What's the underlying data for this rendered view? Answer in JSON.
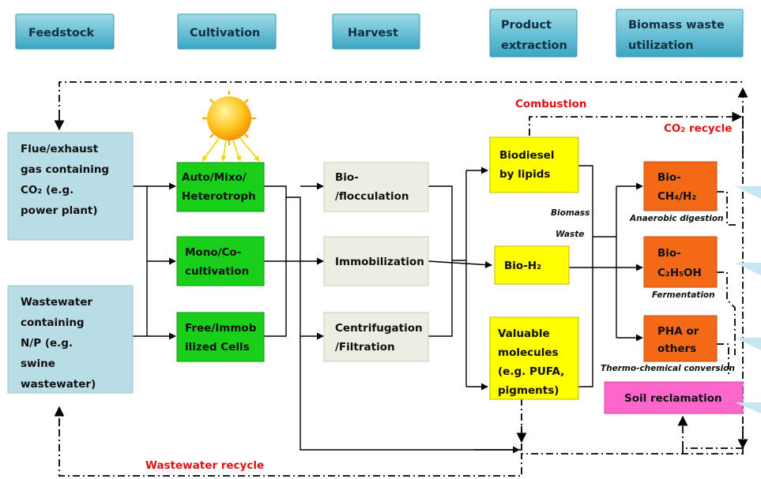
{
  "stages": {
    "feedstock": "Feedstock",
    "cultivation": "Cultivation",
    "harvest": "Harvest",
    "product_extraction": [
      "Product",
      "extraction"
    ],
    "biomass_waste_utilization": [
      "Biomass waste",
      "utilization"
    ]
  },
  "feedstock": {
    "flue_gas": [
      "Flue/exhaust",
      "gas containing",
      "CO₂ (e.g.",
      "power plant)"
    ],
    "wastewater": [
      "Wastewater",
      "containing",
      "N/P (e.g.",
      "swine",
      "wastewater)"
    ]
  },
  "cultivation": {
    "auto": [
      "Auto/Mixo/",
      "Heterotroph"
    ],
    "mono": [
      "Mono/Co-",
      "cultivation"
    ],
    "free": [
      "Free/Immob",
      "ilized Cells"
    ]
  },
  "harvest": {
    "bio": [
      "Bio-",
      "/flocculation"
    ],
    "immobilization": [
      "Immobilization"
    ],
    "centrifugation": [
      "Centrifugation",
      "/Filtration"
    ]
  },
  "products": {
    "biodiesel": [
      "Biodiesel",
      "by lipids"
    ],
    "bioh2": [
      "Bio-H₂"
    ],
    "valuable": [
      "Valuable",
      "molecules",
      "(e.g. PUFA,",
      "pigments)"
    ]
  },
  "waste_products": {
    "ch4": [
      "Bio-",
      "CH₄/H₂"
    ],
    "ethanol": [
      "Bio-",
      "C₂H₅OH"
    ],
    "pha": [
      "PHA or",
      "others"
    ],
    "soil": "Soil reclamation"
  },
  "process_labels": {
    "anaerobic": "Anaerobic digestion",
    "fermentation": "Fermentation",
    "thermo": "Thermo-chemical conversion",
    "biomass": "Biomass",
    "waste": "Waste"
  },
  "recycle_labels": {
    "combustion": "Combustion",
    "co2": "CO₂ recycle",
    "wastewater": "Wastewater recycle"
  },
  "colors": {
    "stage_box": "#5fbdd3",
    "feedstock_box": "#b9dde6",
    "cultivation_box": "#19cf19",
    "harvest_box": "#eeede2",
    "product_box": "#ffff00",
    "waste_box": "#f26a18",
    "soil_box": "#ff66cc",
    "recycle_text": "#e01010",
    "sun": "#ffb000"
  },
  "icons": [
    "sun-icon"
  ]
}
